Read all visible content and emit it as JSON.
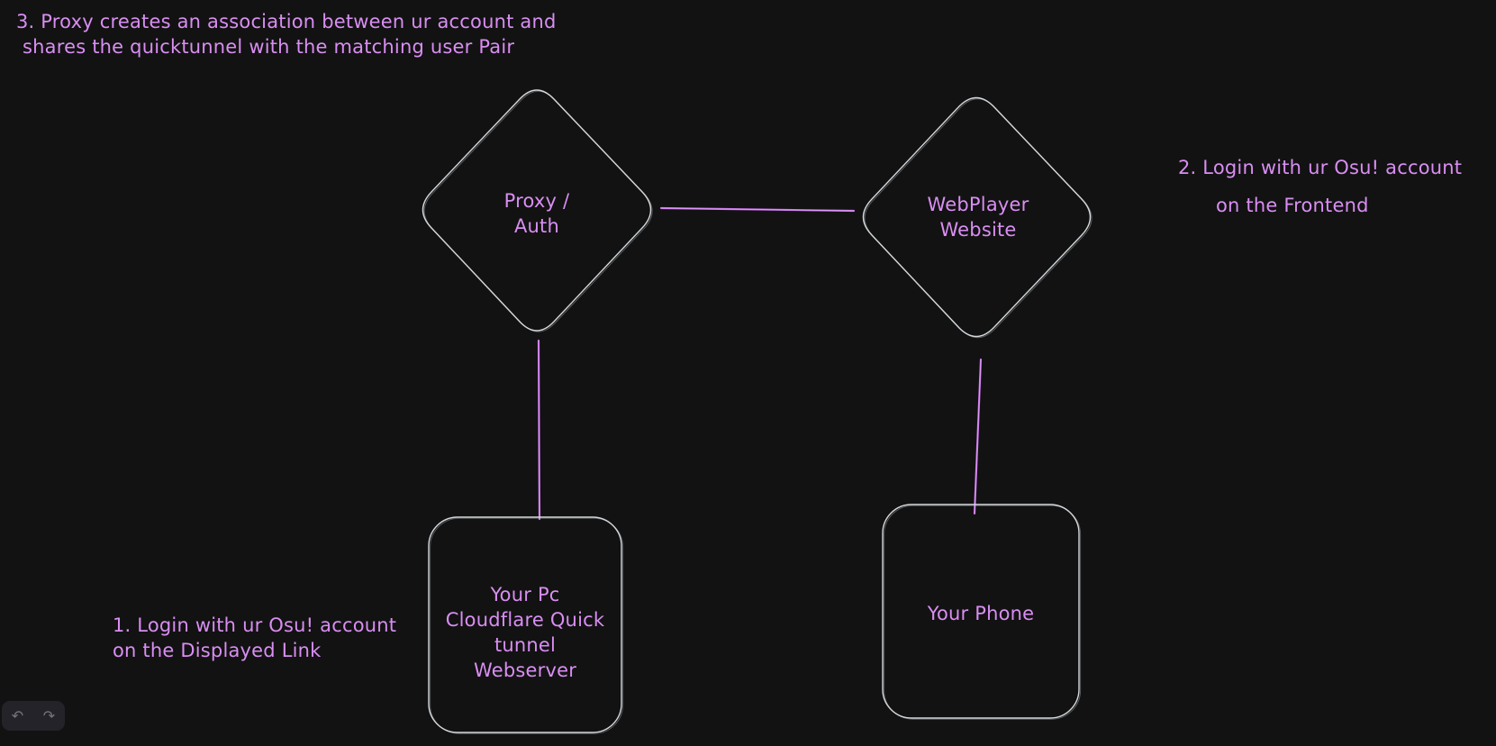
{
  "notes": {
    "note1": {
      "line1": "1. Login with ur Osu! account",
      "line2": "on the Displayed Link"
    },
    "note2": {
      "line1": "2. Login with ur Osu! account",
      "line2": "on the Frontend"
    },
    "note3": {
      "line1": "3. Proxy creates an association between ur account and",
      "line2": "shares the quicktunnel with the matching user Pair"
    }
  },
  "shapes": {
    "proxy_auth": {
      "line1": "Proxy /",
      "line2": "Auth"
    },
    "webplayer": {
      "line1": "WebPlayer",
      "line2": "Website"
    },
    "pc_tunnel": {
      "lines": [
        "Your Pc",
        "Cloudflare Quick",
        "tunnel",
        "Webserver"
      ]
    },
    "phone": {
      "label": "Your Phone"
    }
  },
  "toolbar": {
    "undo_icon": "↶",
    "redo_icon": "↷"
  },
  "colors": {
    "background": "#121212",
    "shape_stroke": "#d5d9dd",
    "connector": "#c06ae0",
    "text": "#d98ef2",
    "island_background": "#232329",
    "island_icon": "#74747c"
  }
}
